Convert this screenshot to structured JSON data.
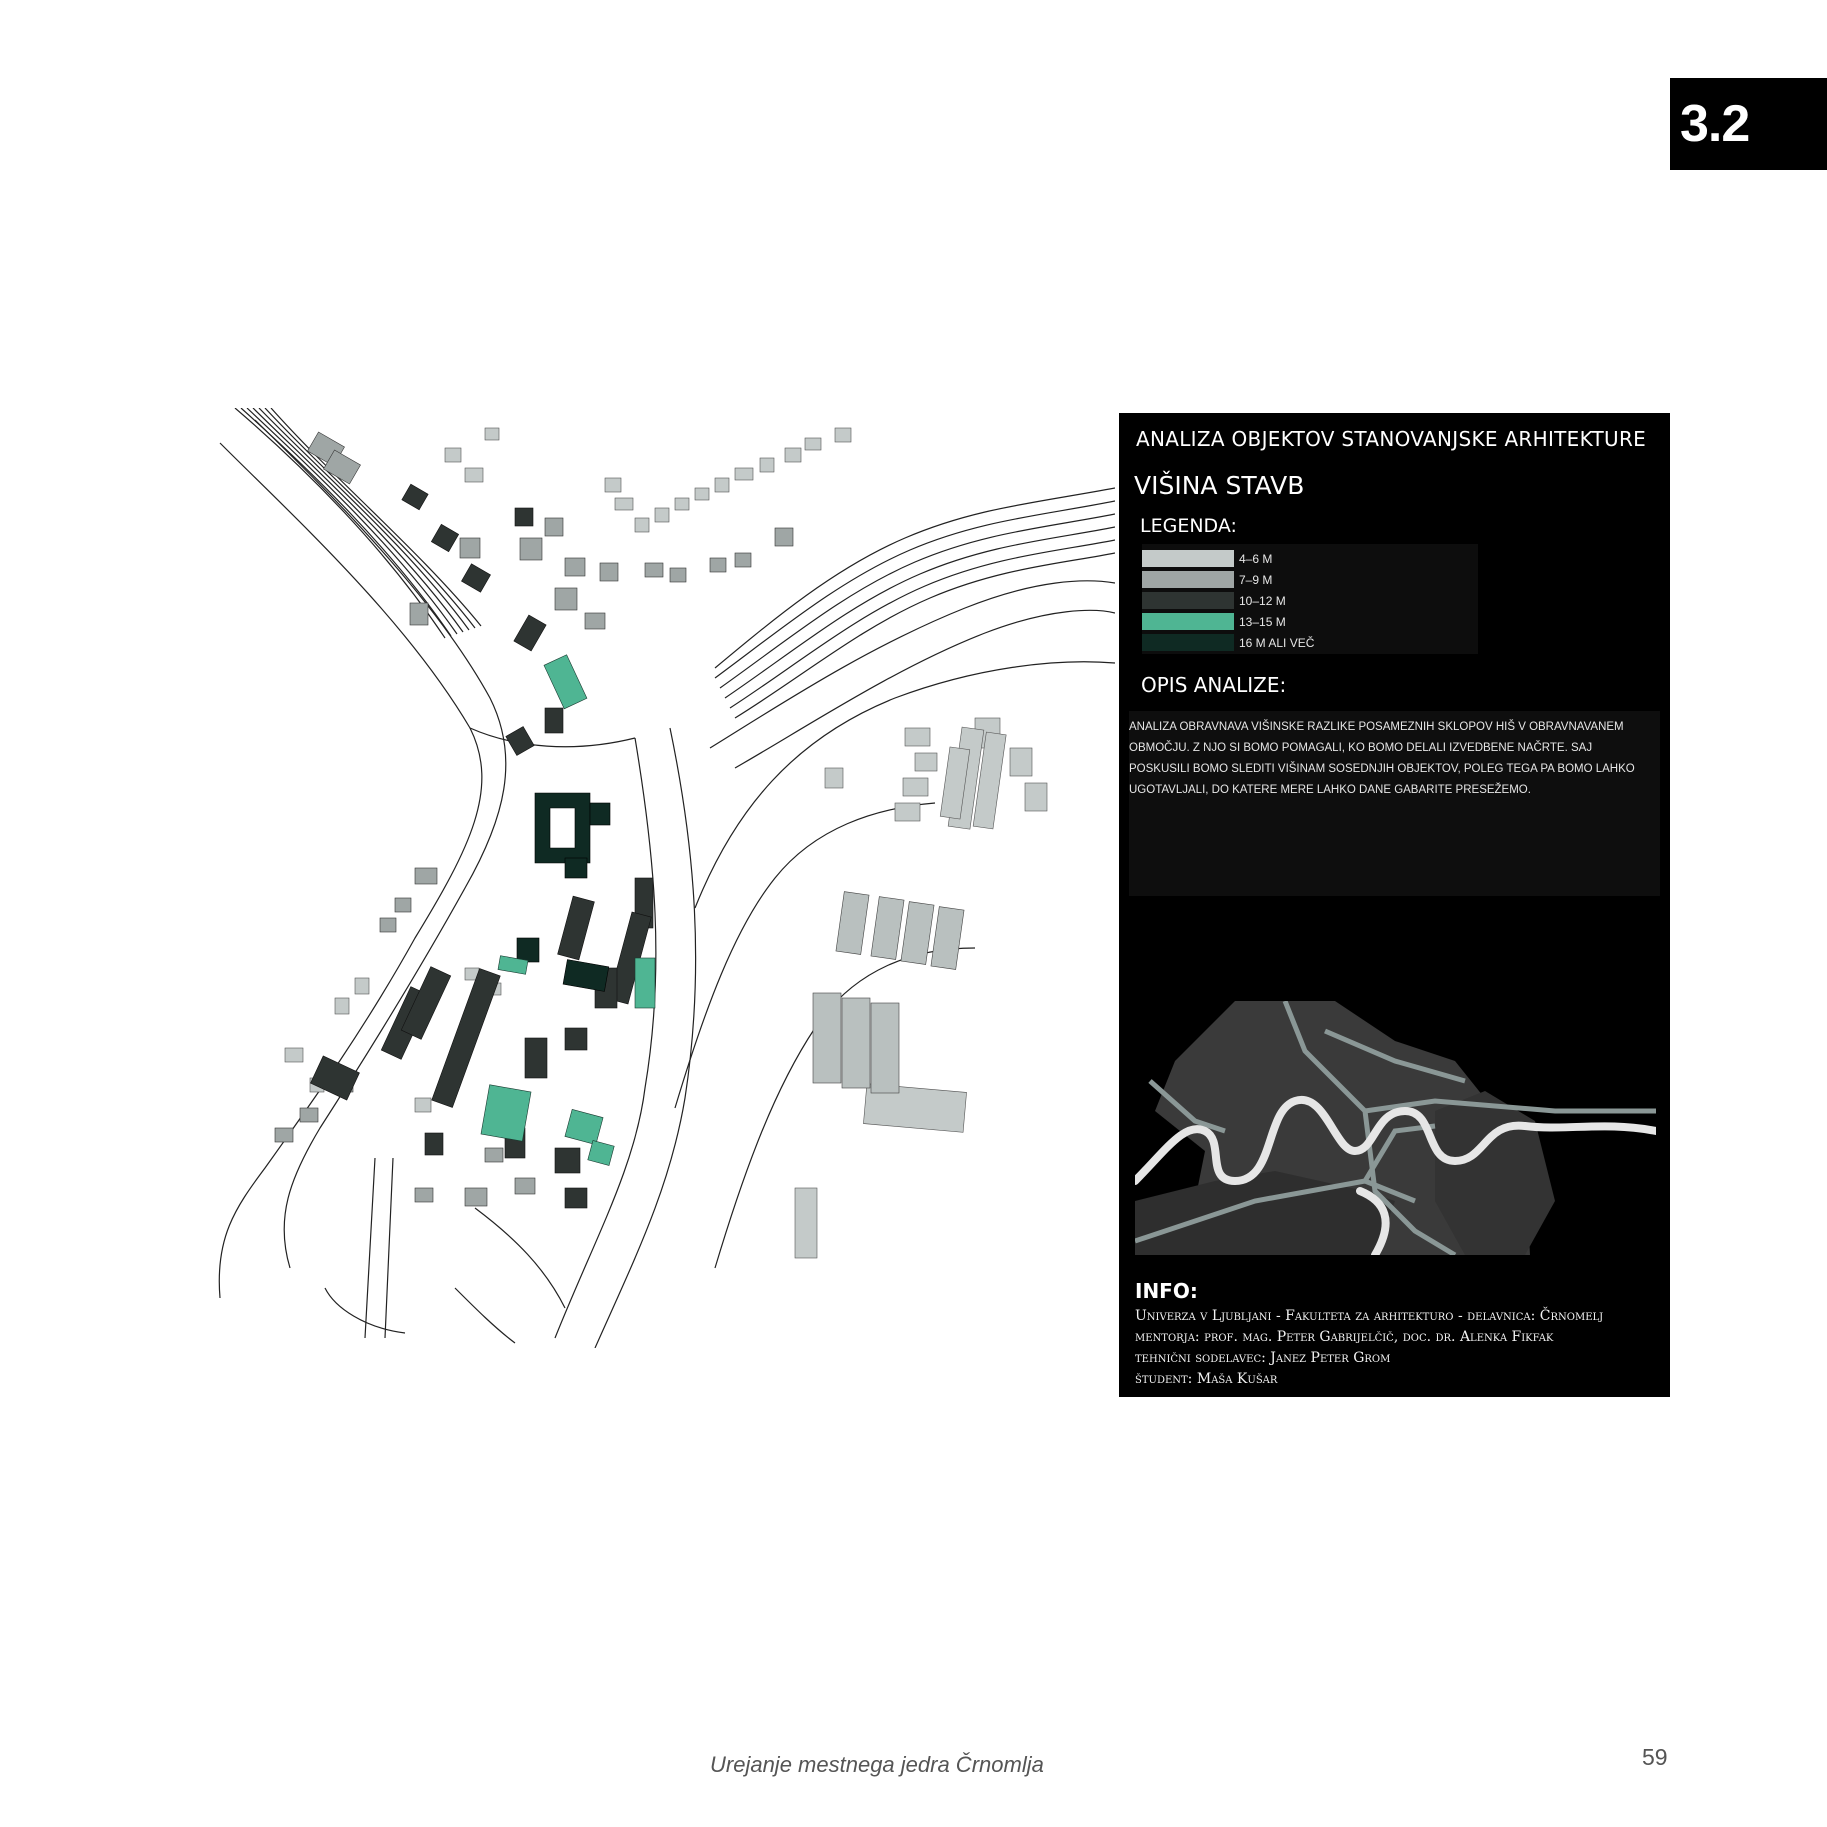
{
  "section": {
    "number": "3.2"
  },
  "panel": {
    "title": "ANALIZA OBJEKTOV STANOVANJSKE ARHITEKTURE",
    "subtitle": "VIŠINA STAVB",
    "legend_heading": "LEGENDA:",
    "legend": [
      {
        "label": "4–6 M",
        "color": "#c4cac9"
      },
      {
        "label": "7–9 M",
        "color": "#9fa6a5"
      },
      {
        "label": "10–12 M",
        "color": "#2e3432"
      },
      {
        "label": "13–15 M",
        "color": "#4fb593"
      },
      {
        "label": "16 M ALI VEČ",
        "color": "#0f2a23"
      }
    ],
    "description_heading": "OPIS ANALIZE:",
    "description": "ANALIZA OBRAVNAVA VIŠINSKE RAZLIKE POSAMEZNIH SKLOPOV HIŠ V OBRAVNAVANEM\nOBMOČJU. Z NJO SI BOMO POMAGALI, KO BOMO DELALI IZVEDBENE NAČRTE. SAJ\nPOSKUSILI BOMO SLEDITI VIŠINAM SOSEDNJIH OBJEKTOV, POLEG TEGA PA BOMO LAHKO\nUGOTAVLJALI, DO KATERE MERE LAHKO DANE GABARITE PRESEŽEMO.",
    "info_heading": "INFO:",
    "info_lines": [
      "Univerza v Ljubljani - Fakulteta za arhitekturo - delavnica: Črnomelj",
      "mentorja: prof. mag. Peter Gabrijelčič, doc. dr. Alenka Fikfak",
      "tehnični sodelavec: Janez Peter Grom",
      "študent: Maša Kušar"
    ]
  },
  "footer": {
    "title": "Urejanje mestnega jedra Črnomlja",
    "page": "59"
  }
}
